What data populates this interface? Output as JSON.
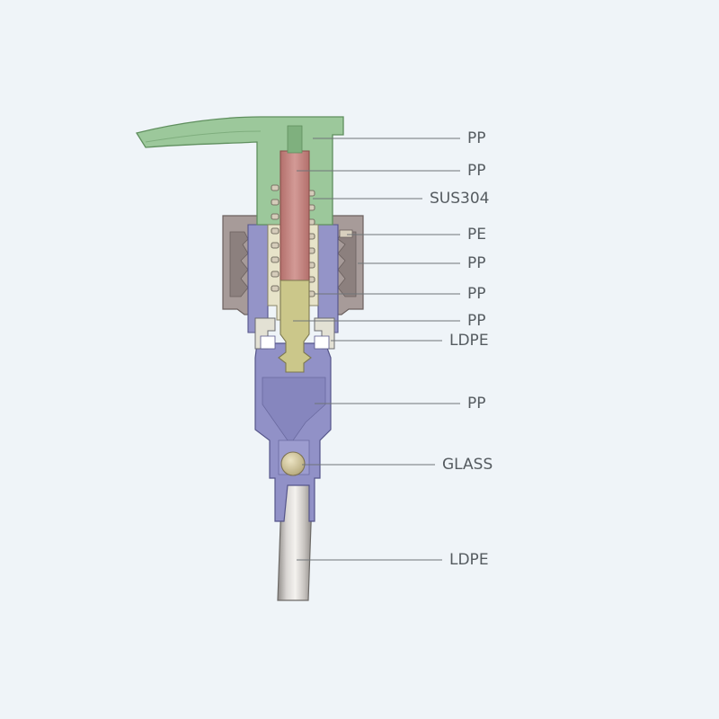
{
  "diagram": {
    "colors": {
      "background": "#eff4f8",
      "actuator": "#9cc79b",
      "stem": "#c78a86",
      "spring": "#e8d7c4",
      "closure": "#a49896",
      "housing": "#9090c6",
      "piston": "#e6e2c6",
      "valve": "#c9c587",
      "ball": "#cfc39a",
      "dip_tube": "#b8b4b0",
      "leader_line": "#6f7478",
      "label_text": "#555b60"
    },
    "labels": [
      {
        "id": "actuator",
        "text": "PP"
      },
      {
        "id": "stem",
        "text": "PP"
      },
      {
        "id": "spring",
        "text": "SUS304"
      },
      {
        "id": "gasket",
        "text": "PE"
      },
      {
        "id": "closure",
        "text": "PP"
      },
      {
        "id": "piston",
        "text": "PP"
      },
      {
        "id": "valve-stem",
        "text": "PP"
      },
      {
        "id": "seal",
        "text": "LDPE"
      },
      {
        "id": "housing",
        "text": "PP"
      },
      {
        "id": "ball",
        "text": "GLASS"
      },
      {
        "id": "dip-tube",
        "text": "LDPE"
      }
    ]
  }
}
